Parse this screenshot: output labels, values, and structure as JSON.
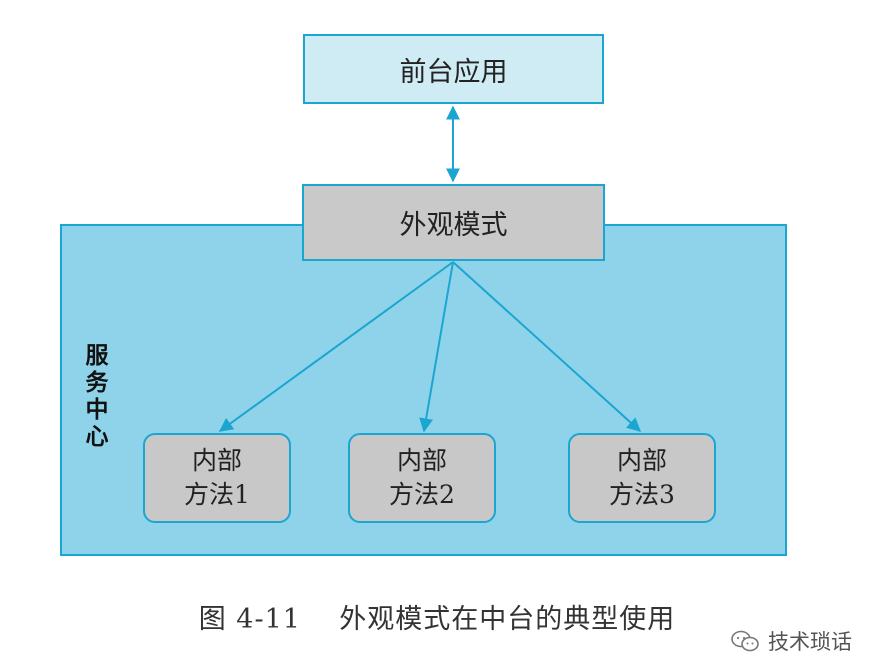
{
  "diagram": {
    "frontend": "前台应用",
    "facade": "外观模式",
    "service_center": "服务中心",
    "methods": [
      {
        "line1": "内部",
        "line2": "方法1"
      },
      {
        "line1": "内部",
        "line2": "方法2"
      },
      {
        "line1": "内部",
        "line2": "方法3"
      }
    ]
  },
  "caption": "图 4-11    外观模式在中台的典型使用",
  "watermark": "技术琐话",
  "colors": {
    "arrow": "#1aa6d1",
    "service_fill": "#8fd3ea",
    "frontend_fill": "#cfecf4",
    "box_gray": "#c9c9c9"
  }
}
